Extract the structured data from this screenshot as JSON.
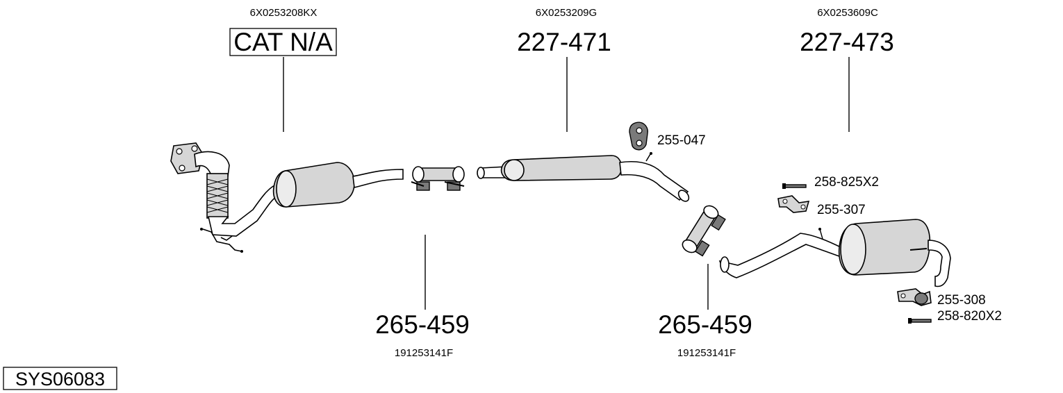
{
  "labels": {
    "oem_cat": "6X0253208KX",
    "part_cat": "CAT N/A",
    "oem_middle": "6X0253209G",
    "part_middle": "227-471",
    "oem_rear": "6X0253609C",
    "part_rear": "227-473",
    "part_hanger_a": "255-047",
    "part_bolt_a": "258-825X2",
    "part_bracket_a": "255-307",
    "part_clamp_left": "265-459",
    "oem_clamp_left": "191253141F",
    "part_clamp_right": "265-459",
    "oem_clamp_right": "191253141F",
    "part_hanger_b": "255-308",
    "part_bolt_b": "258-820X2",
    "system_id": "SYS06083"
  },
  "icons": {
    "catalytic_converter": "catalytic-converter-icon",
    "middle_silencer": "middle-silencer-icon",
    "rear_silencer": "rear-silencer-icon",
    "clamp": "pipe-clamp-icon",
    "rubber_hanger": "rubber-hanger-icon",
    "bolt": "bolt-icon",
    "bracket": "bracket-icon"
  }
}
